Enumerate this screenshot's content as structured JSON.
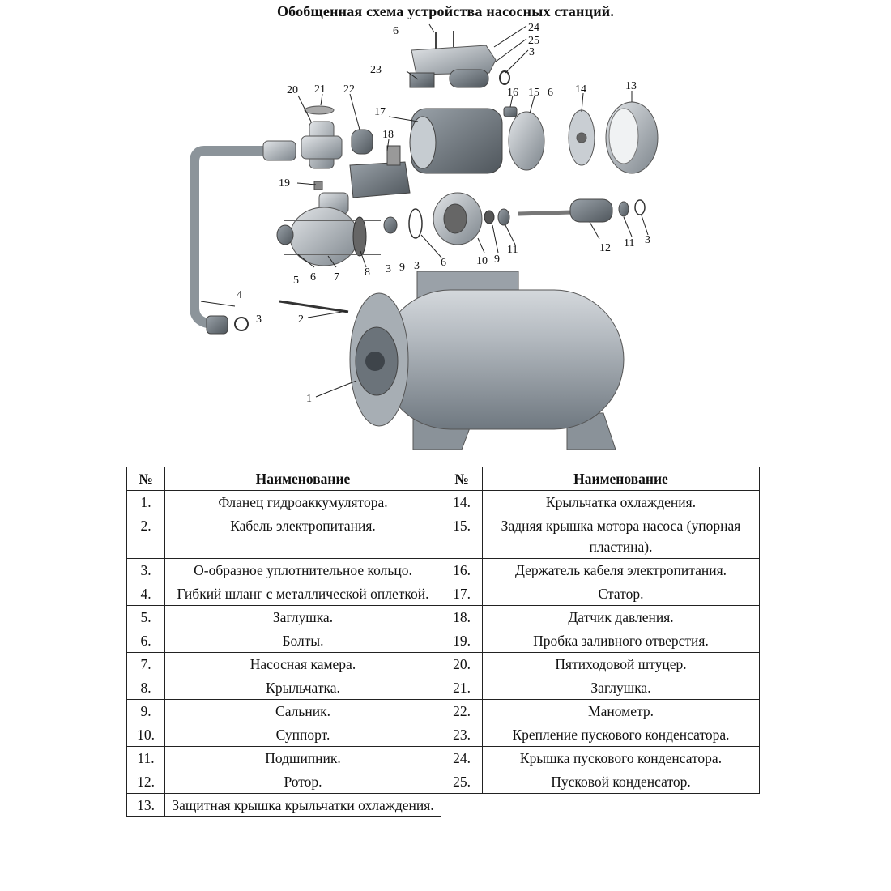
{
  "title": "Обобщенная схема устройства насосных станций.",
  "diagram": {
    "callouts": [
      "1",
      "2",
      "3",
      "3",
      "3",
      "3",
      "3",
      "4",
      "5",
      "6",
      "6",
      "6",
      "6",
      "7",
      "8",
      "9",
      "9",
      "10",
      "11",
      "11",
      "12",
      "13",
      "14",
      "15",
      "16",
      "17",
      "18",
      "19",
      "20",
      "21",
      "22",
      "23",
      "24",
      "25"
    ]
  },
  "table": {
    "headers": [
      "№",
      "Наименование",
      "№",
      "Наименование"
    ],
    "rows": [
      {
        "n1": "1.",
        "t1": "Фланец гидроаккумулятора.",
        "n2": "14.",
        "t2": "Крыльчатка охлаждения."
      },
      {
        "n1": "2.",
        "t1": "Кабель электропитания.",
        "n2": "15.",
        "t2": "Задняя крышка мотора насоса (упорная пластина)."
      },
      {
        "n1": "3.",
        "t1": "О-образное уплотнительное кольцо.",
        "n2": "16.",
        "t2": "Держатель кабеля электропитания."
      },
      {
        "n1": "4.",
        "t1": "Гибкий шланг с металлической оплеткой.",
        "n2": "17.",
        "t2": "Статор."
      },
      {
        "n1": "5.",
        "t1": "Заглушка.",
        "n2": "18.",
        "t2": "Датчик давления."
      },
      {
        "n1": "6.",
        "t1": "Болты.",
        "n2": "19.",
        "t2": "Пробка заливного отверстия."
      },
      {
        "n1": "7.",
        "t1": "Насосная камера.",
        "n2": "20.",
        "t2": "Пятиходовой штуцер."
      },
      {
        "n1": "8.",
        "t1": "Крыльчатка.",
        "n2": "21.",
        "t2": "Заглушка."
      },
      {
        "n1": "9.",
        "t1": "Сальник.",
        "n2": "22.",
        "t2": "Манометр."
      },
      {
        "n1": "10.",
        "t1": "Суппорт.",
        "n2": "23.",
        "t2": "Крепление пускового конденсатора."
      },
      {
        "n1": "11.",
        "t1": "Подшипник.",
        "n2": "24.",
        "t2": "Крышка пускового конденсатора."
      },
      {
        "n1": "12.",
        "t1": "Ротор.",
        "n2": "25.",
        "t2": "Пусковой конденсатор."
      },
      {
        "n1": "13.",
        "t1": "Защитная крышка крыльчатки охлаждения.",
        "n2": "",
        "t2": ""
      }
    ]
  }
}
